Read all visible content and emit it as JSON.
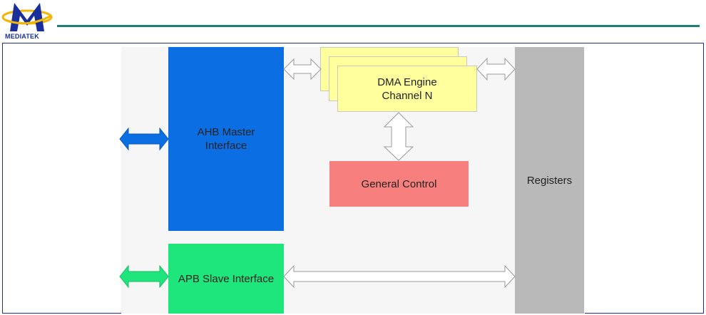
{
  "header": {
    "logo_text": "MEDIATEK"
  },
  "diagram": {
    "ahb_master": {
      "line1": "AHB Master",
      "line2": "Interface"
    },
    "apb_slave": {
      "label": "APB Slave Interface"
    },
    "dma_engine": {
      "line1": "DMA Engine",
      "line2": "Channel N"
    },
    "general_control": {
      "label": "General Control"
    },
    "registers": {
      "label": "Registers"
    }
  },
  "colors": {
    "ahb": "#0b6fe3",
    "apb": "#1ee67c",
    "dma": "#ffff9e",
    "general_control": "#f77f7d",
    "registers": "#b9b9b9",
    "header_rule": "#1e7f72",
    "brand": "#1a2f9c"
  }
}
